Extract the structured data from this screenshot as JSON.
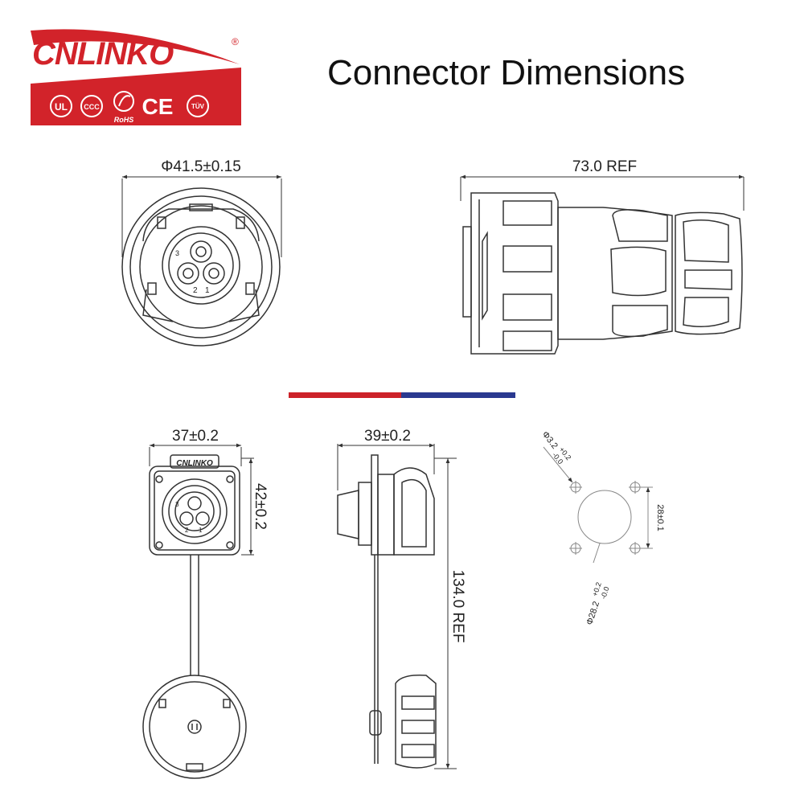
{
  "brand": {
    "name": "CNLINKO",
    "registered": "®",
    "certifications": [
      "UL",
      "CCC",
      "RoHS",
      "CE",
      "TÜV"
    ]
  },
  "title": "Connector Dimensions",
  "front_view": {
    "diameter": "Φ41.5±0.15",
    "pins": [
      "3",
      "2",
      "1"
    ]
  },
  "side_view": {
    "length": "73.0 REF"
  },
  "socket_front": {
    "width": "37±0.2",
    "height": "42±0.2",
    "logo_text": "CNLINKO",
    "pins": [
      "3",
      "2",
      "1"
    ]
  },
  "socket_side": {
    "depth": "39±0.2",
    "length": "134.0 REF"
  },
  "panel_cutout": {
    "hole_diameter": "Φ3.2",
    "hole_tol_plus": "+0.2",
    "hole_tol_minus": "-0.0",
    "hole_spacing": "28±0.1",
    "cutout_diameter": "Φ28.2",
    "cutout_tol_plus": "+0.2",
    "cutout_tol_minus": "-0.0"
  },
  "colors": {
    "brand_red": "#d2232a",
    "divider_red": "#cc2229",
    "divider_blue": "#2a3990",
    "line": "#333333"
  }
}
